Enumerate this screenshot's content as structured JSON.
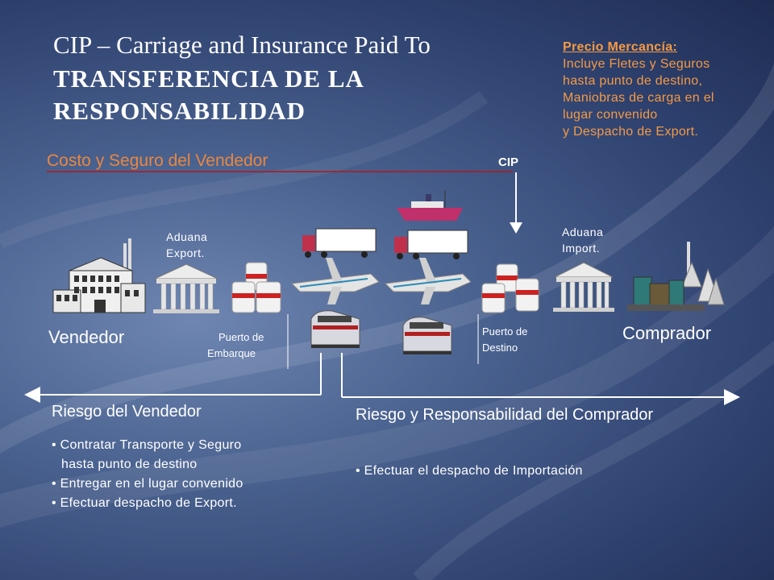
{
  "title": {
    "line1": "CIP – Carriage and Insurance Paid To",
    "line2": "TRANSFERENCIA DE LA RESPONSABILIDAD"
  },
  "price_note": {
    "title": "Precio Mercancía:",
    "lines": [
      "Incluye Fletes y Seguros",
      "hasta punto de destino,",
      "Maniobras de carga en el",
      "lugar convenido",
      "y Despacho de Export."
    ]
  },
  "cost_label": "Costo y Seguro del Vendedor",
  "cip_marker": "CIP",
  "labels": {
    "aduana_export": [
      "Aduana",
      "Export."
    ],
    "aduana_import": [
      "Aduana",
      "Import."
    ],
    "puerto_embarque": [
      "Puerto de",
      "Embarque"
    ],
    "puerto_destino": [
      "Puerto de",
      "Destino"
    ],
    "vendedor": "Vendedor",
    "comprador": "Comprador"
  },
  "risk_seller": {
    "title": "Riesgo del Vendedor",
    "bullets": [
      "Contratar Transporte y Seguro",
      "hasta punto de destino",
      "Entregar en el lugar convenido",
      "Efectuar despacho de Export."
    ]
  },
  "risk_buyer": {
    "title": "Riesgo y Responsabilidad del Comprador",
    "bullets": [
      "Efectuar el despacho de Importación"
    ]
  },
  "colors": {
    "orange": "#f39a45",
    "red_line": "#b01818",
    "white": "#ffffff"
  }
}
